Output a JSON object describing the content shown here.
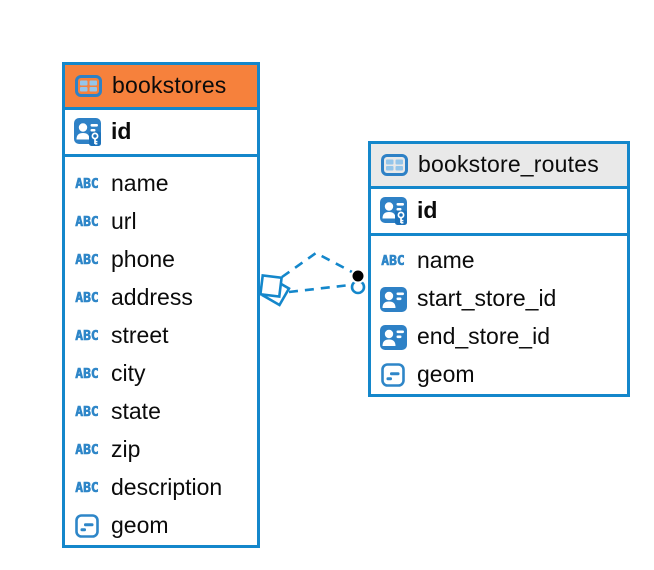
{
  "diagram": {
    "kind": "entity-relationship-diagram",
    "background": "#ffffff"
  },
  "colors": {
    "table_border_blue": "#1487cb",
    "header_orange": "#f6813c",
    "header_gray": "#e9e9e9",
    "icon_blue": "#2e81c6",
    "icon_cell_light_blue": "#94c5ea",
    "relationship_line_blue": "#1487cb",
    "text_black": "#0b0b0b"
  },
  "icons": {
    "text_type_label": "ABC"
  },
  "tables": [
    {
      "name": "bookstores",
      "header_variant": "orange",
      "primary_key": {
        "label": "id",
        "type": "primary-key"
      },
      "columns": [
        {
          "label": "name",
          "type": "text"
        },
        {
          "label": "url",
          "type": "text"
        },
        {
          "label": "phone",
          "type": "text"
        },
        {
          "label": "address",
          "type": "text"
        },
        {
          "label": "street",
          "type": "text"
        },
        {
          "label": "city",
          "type": "text"
        },
        {
          "label": "state",
          "type": "text"
        },
        {
          "label": "zip",
          "type": "text"
        },
        {
          "label": "description",
          "type": "text"
        },
        {
          "label": "geom",
          "type": "geometry"
        }
      ]
    },
    {
      "name": "bookstore_routes",
      "header_variant": "gray",
      "primary_key": {
        "label": "id",
        "type": "primary-key"
      },
      "columns": [
        {
          "label": "name",
          "type": "text"
        },
        {
          "label": "start_store_id",
          "type": "reference"
        },
        {
          "label": "end_store_id",
          "type": "reference"
        },
        {
          "label": "geom",
          "type": "geometry"
        }
      ]
    }
  ],
  "relationship": {
    "from_table": "bookstores",
    "to_table": "bookstore_routes",
    "line_style": "dashed",
    "line_count": 2,
    "source_marker": "diamond",
    "target_marker": "dot"
  }
}
